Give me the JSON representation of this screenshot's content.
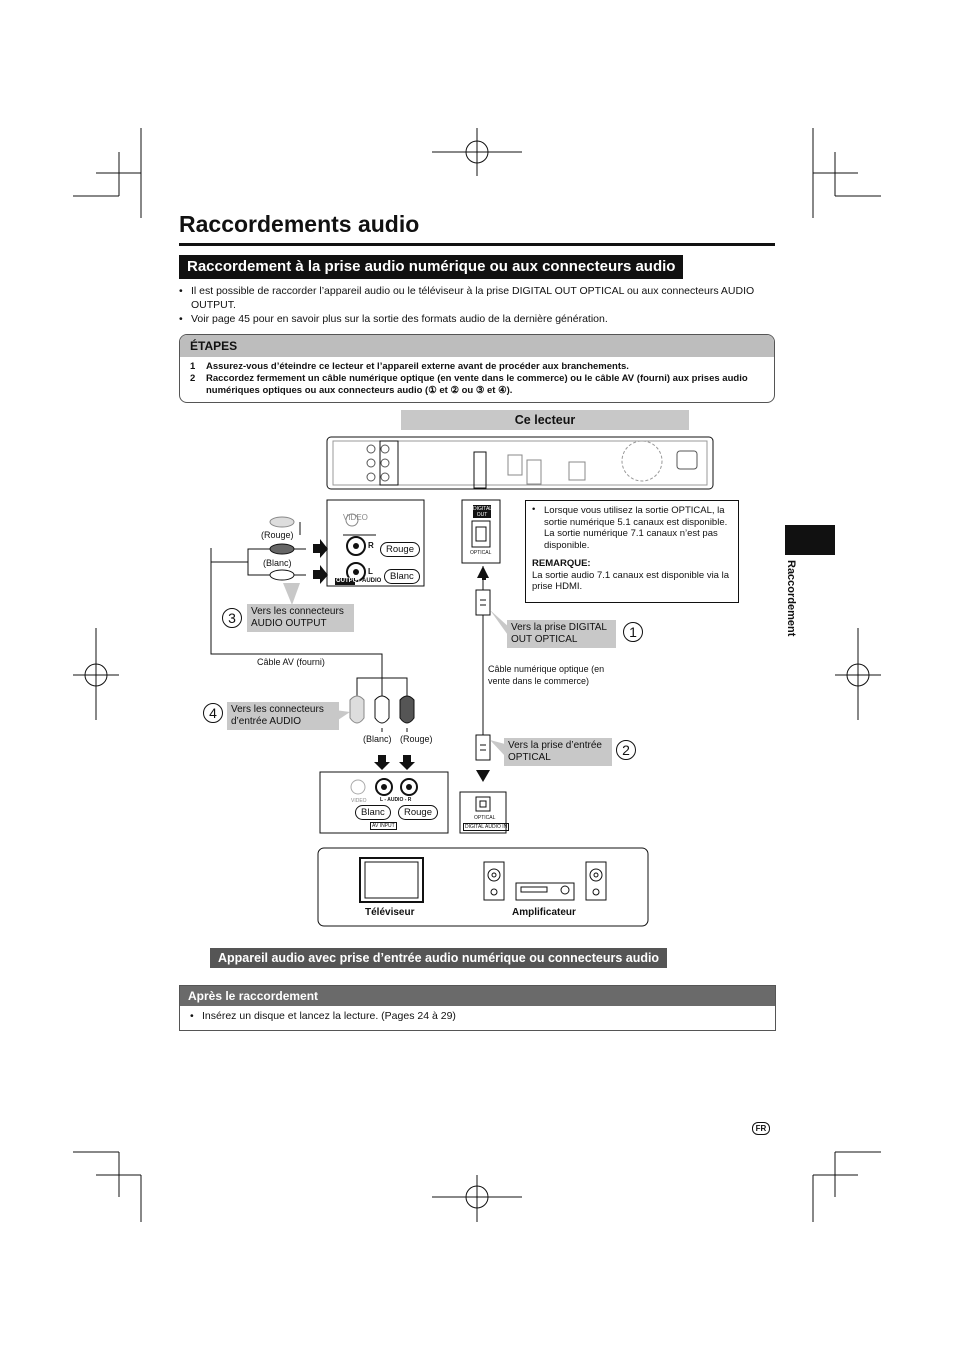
{
  "title": "Raccordements audio",
  "subheading": "Raccordement à la prise audio numérique ou aux connecteurs audio",
  "intro_bullets": [
    "Il est possible de raccorder l’appareil audio ou le téléviseur à la prise DIGITAL OUT OPTICAL ou aux connecteurs AUDIO OUTPUT.",
    "Voir page 45 pour en savoir plus sur la sortie des formats audio de la dernière génération."
  ],
  "steps": {
    "heading": "ÉTAPES",
    "items": [
      {
        "num": "1",
        "text": "Assurez-vous d’éteindre ce lecteur et l’appareil externe avant de procéder aux branchements."
      },
      {
        "num": "2",
        "text": "Raccordez fermement un câble numérique optique (en vente dans le commerce) ou le câble AV (fourni) aux prises audio numériques optiques ou aux connecteurs audio (① et ② ou ③ et ④)."
      }
    ]
  },
  "diagram": {
    "player_label": "Ce lecteur",
    "rouge": "Rouge",
    "blanc": "Blanc",
    "rouge_paren": "(Rouge)",
    "blanc_paren": "(Blanc)",
    "out_label": "OUTPUT",
    "audio_label": "AUDIO",
    "video_label": "VIDEO",
    "r_label": "R",
    "l_label": "L",
    "digital_out": "DIGITAL OUT",
    "optical": "OPTICAL",
    "to_audio_output": "Vers les connecteurs AUDIO OUTPUT",
    "to_digital_out": "Vers la prise DIGITAL OUT OPTICAL",
    "av_cable": "Câble AV (fourni)",
    "optical_cable": "Câble numérique optique (en vente dans le commerce)",
    "to_audio_input": "Vers les connecteurs d’entrée AUDIO",
    "to_optical_input": "Vers la prise d’entrée OPTICAL",
    "av_input_audio": "L - AUDIO - R",
    "av_input": "AV INPUT",
    "digital_audio_in": "DIGITAL AUDIO IN",
    "tv": "Téléviseur",
    "amplifier": "Amplificateur",
    "circle_1": "1",
    "circle_2": "2",
    "circle_3": "3",
    "circle_4": "4"
  },
  "note": {
    "bullet": "Lorsque vous utilisez la sortie OPTICAL, la sortie numérique 5.1 canaux est disponible. La sortie numérique 7.1 canaux n’est pas disponible.",
    "remarque_head": "REMARQUE:",
    "remarque_text": "La sortie audio 7.1 canaux est disponible via la prise HDMI."
  },
  "appareil_caption": "Appareil audio avec prise d’entrée audio numérique ou connecteurs audio",
  "apres": {
    "heading": "Après le raccordement",
    "text": "Insérez un disque et lancez la lecture. (Pages 24 à 29)"
  },
  "side_tab": "Raccordement",
  "lang_badge": "FR"
}
